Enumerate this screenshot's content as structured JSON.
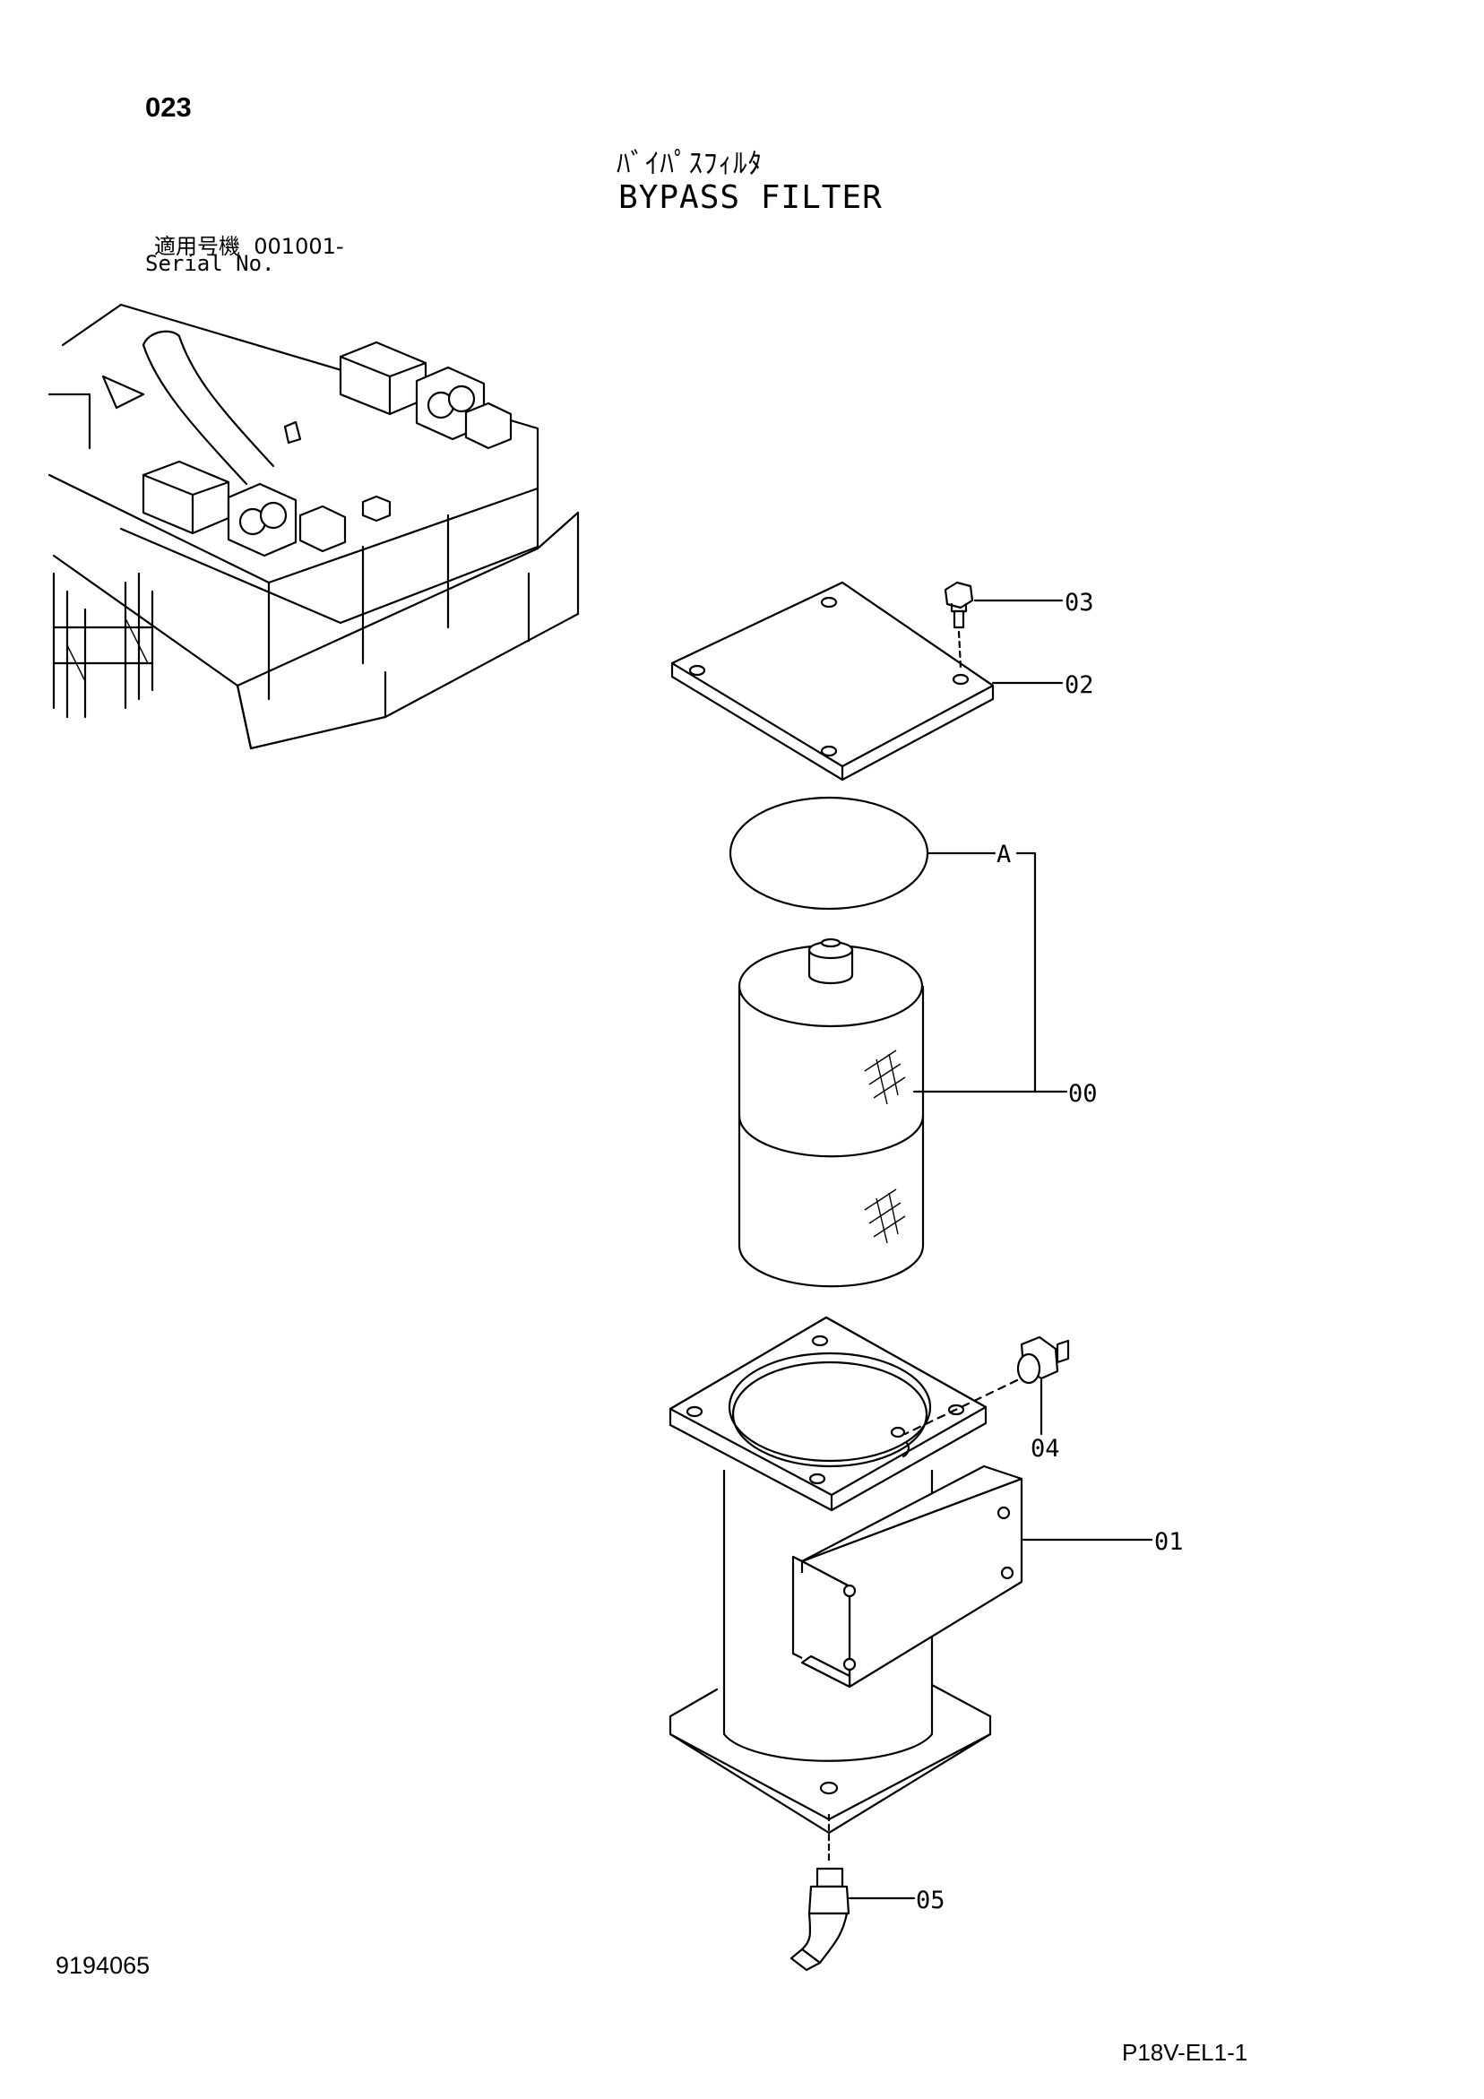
{
  "header": {
    "page_number": "023",
    "title_jp": "ﾊﾞｲﾊﾟｽﾌｨﾙﾀ",
    "title_en": "BYPASS FILTER",
    "serial_label_jp": "適用号機",
    "serial_range": "001001-",
    "serial_label_en": "Serial No."
  },
  "callouts": {
    "p03": "03",
    "p02": "02",
    "pA": "A",
    "p00": "00",
    "p04": "04",
    "p01": "01",
    "p05": "05"
  },
  "footer": {
    "drawing_code": "9194065",
    "sheet_ref": "P18V-EL1-1"
  }
}
